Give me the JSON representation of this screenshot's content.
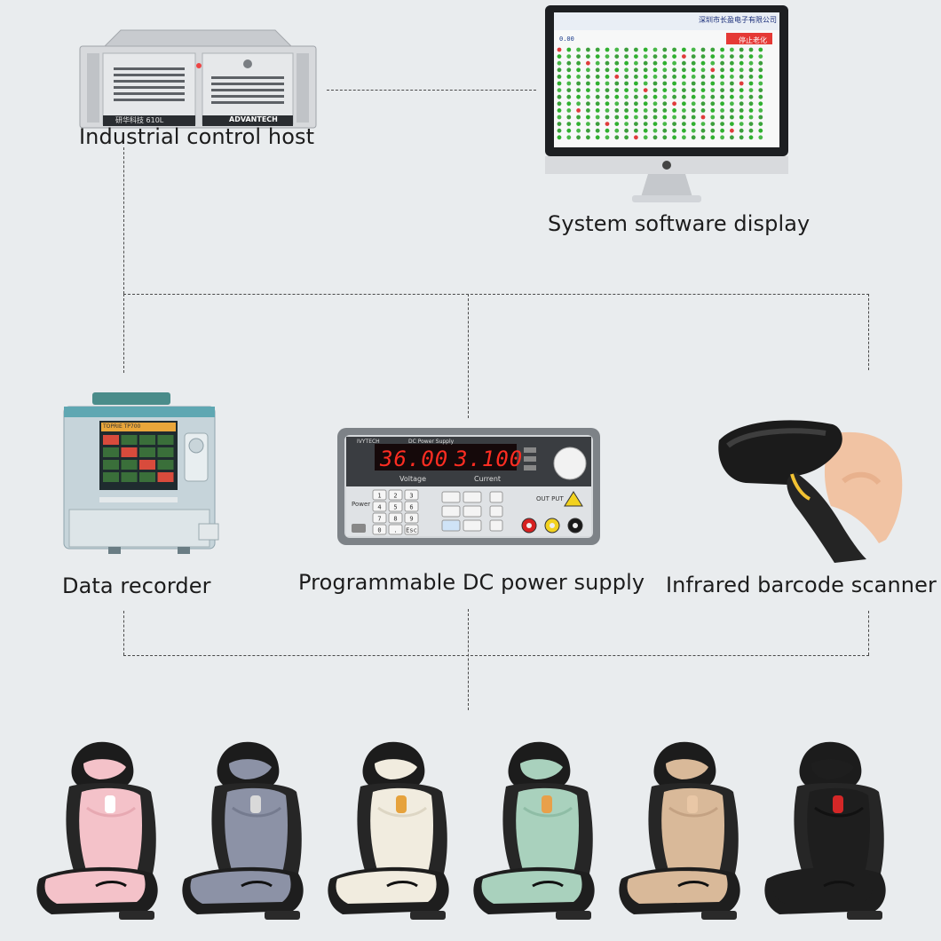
{
  "devices": {
    "host": {
      "label": "Industrial control host",
      "brand": "ADVANTECH",
      "model": "研华科技 610L"
    },
    "monitor": {
      "label": "System software display",
      "screen_header": "深圳市长盈电子有限公司",
      "stop_button": "停止老化",
      "screen_lead": "0.00",
      "screen_grid": {
        "rows": 14,
        "cols": 22,
        "colors": [
          "#3aa43a",
          "#2fb02f",
          "#48b848",
          "#3c9e3c",
          "#e03b3b"
        ]
      }
    },
    "recorder": {
      "label": "Data recorder",
      "header": "TOPRIE TP700"
    },
    "psu": {
      "label": "Programmable DC power supply",
      "brand": "IVYTECH",
      "title": "DC Power Supply",
      "voltage_value": "36.00",
      "current_value": "3.100",
      "voltage_caption": "Voltage",
      "current_caption": "Current",
      "output_caption": "OUT PUT",
      "power_caption": "Power",
      "keys": [
        "1",
        "2",
        "3",
        "4",
        "5",
        "6",
        "7",
        "8",
        "9",
        "0",
        ".",
        "Esc"
      ]
    },
    "scanner": {
      "label": "Infrared barcode scanner"
    }
  },
  "seats": [
    {
      "color": "pink",
      "cushion": "#f4c2c9",
      "shadow": "#e7a9b2",
      "accent": "#ffffff"
    },
    {
      "color": "gray",
      "cushion": "#8c92a6",
      "shadow": "#757b8f",
      "accent": "#d9d9d9"
    },
    {
      "color": "cream",
      "cushion": "#f1ecdf",
      "shadow": "#ddd6c4",
      "accent": "#e6a23c"
    },
    {
      "color": "mint",
      "cushion": "#a9d1bd",
      "shadow": "#8fbda6",
      "accent": "#e8a04a"
    },
    {
      "color": "beige",
      "cushion": "#d9b999",
      "shadow": "#c4a283",
      "accent": "#e9c7a6"
    },
    {
      "color": "black",
      "cushion": "#1e1e1e",
      "shadow": "#111111",
      "accent": "#d42727"
    }
  ]
}
